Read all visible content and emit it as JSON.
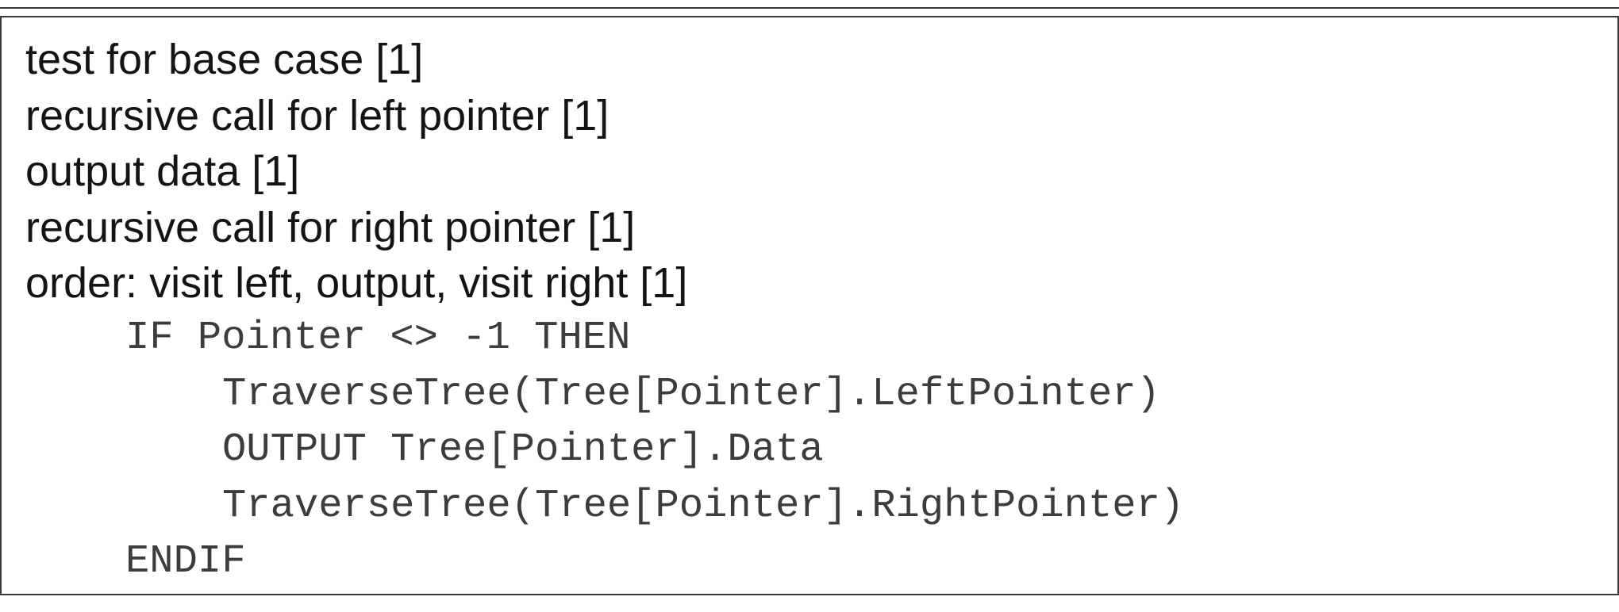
{
  "mark_scheme": {
    "criteria": [
      "test for base case [1]",
      "recursive call for left pointer [1]",
      "output data [1]",
      "recursive call for right pointer [1]",
      "order: visit left, output, visit right [1]"
    ],
    "code": [
      "IF Pointer <> -1 THEN",
      "TraverseTree(Tree[Pointer].LeftPointer)",
      "OUTPUT Tree[Pointer].Data",
      "TraverseTree(Tree[Pointer].RightPointer)",
      "ENDIF"
    ]
  }
}
